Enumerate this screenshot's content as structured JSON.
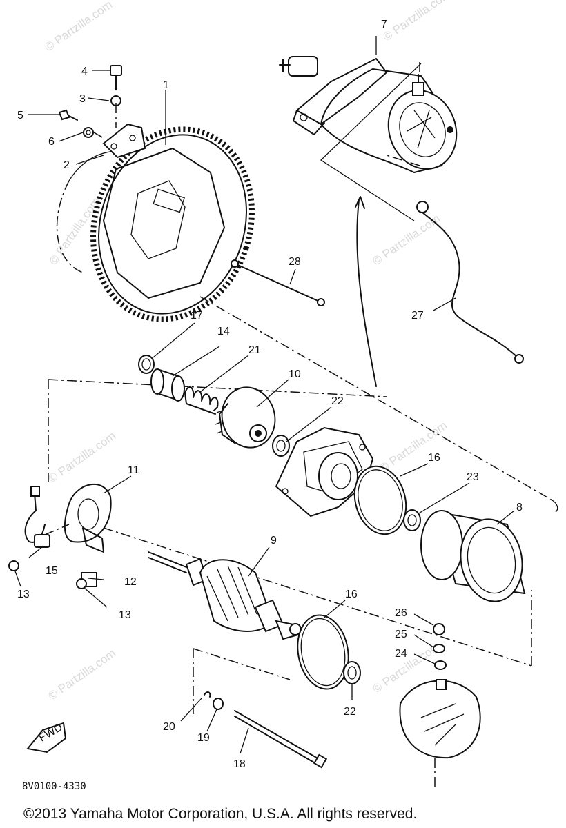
{
  "diagram": {
    "part_labels": {
      "p1": "1",
      "p2": "2",
      "p3": "3",
      "p4": "4",
      "p5": "5",
      "p6": "6",
      "p7": "7",
      "p8": "8",
      "p9": "9",
      "p10": "10",
      "p11": "11",
      "p12": "12",
      "p13a": "13",
      "p13b": "13",
      "p14": "14",
      "p15": "15",
      "p16a": "16",
      "p16b": "16",
      "p17": "17",
      "p18": "18",
      "p19": "19",
      "p20": "20",
      "p21": "21",
      "p22a": "22",
      "p22b": "22",
      "p23": "23",
      "p24": "24",
      "p25": "25",
      "p26": "26",
      "p27": "27",
      "p28": "28"
    },
    "diagram_code": "8V0100-4330",
    "fwd_badge": "FWD",
    "watermark": "© Partzilla.com",
    "copyright": "©2013 Yamaha Motor Corporation, U.S.A. All rights reserved."
  }
}
